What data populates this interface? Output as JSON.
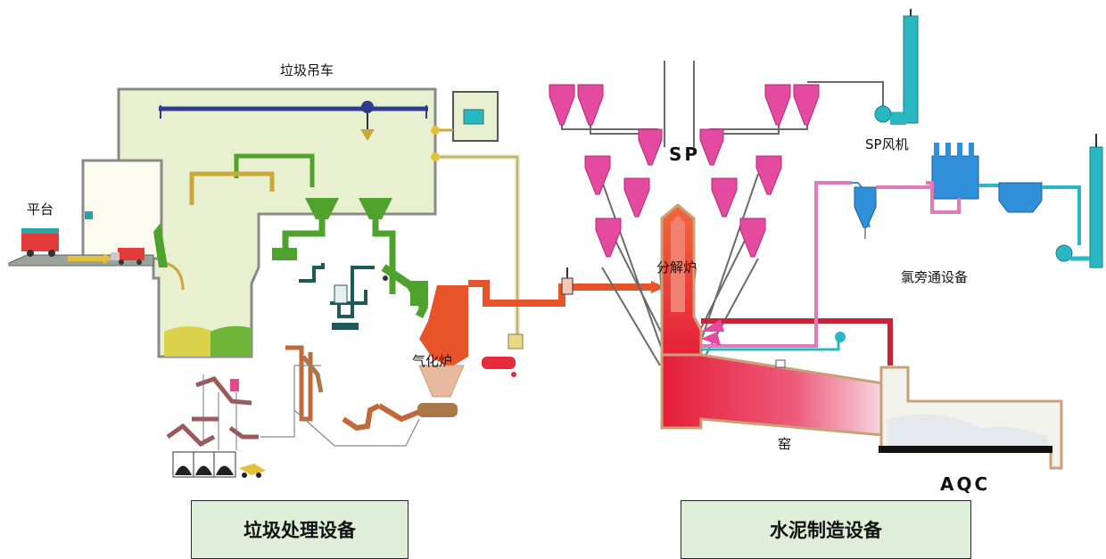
{
  "labels": {
    "crane": "垃圾吊车",
    "platform": "平台",
    "gasifier": "气化炉",
    "sp": "SP",
    "sp_fan": "SP风机",
    "calciner": "分解炉",
    "chlorine_bypass": "氯旁通设备",
    "kiln": "窑",
    "aqc": "AQC"
  },
  "captions": {
    "waste_equipment": "垃圾处理设备",
    "cement_equipment": "水泥制造设备"
  },
  "colors": {
    "pit_fill": "#e9f0cf",
    "pit_border": "#8a8a8a",
    "green_equipment": "#4fa32c",
    "crane_rail": "#2f3a8f",
    "cyclone": "#e44aa0",
    "kiln_red": "#e8283c",
    "gas_duct": "#e8542a",
    "teal": "#29b7c4",
    "blue_filter": "#2f8fd8",
    "caption_fill": "#dfeed9"
  }
}
